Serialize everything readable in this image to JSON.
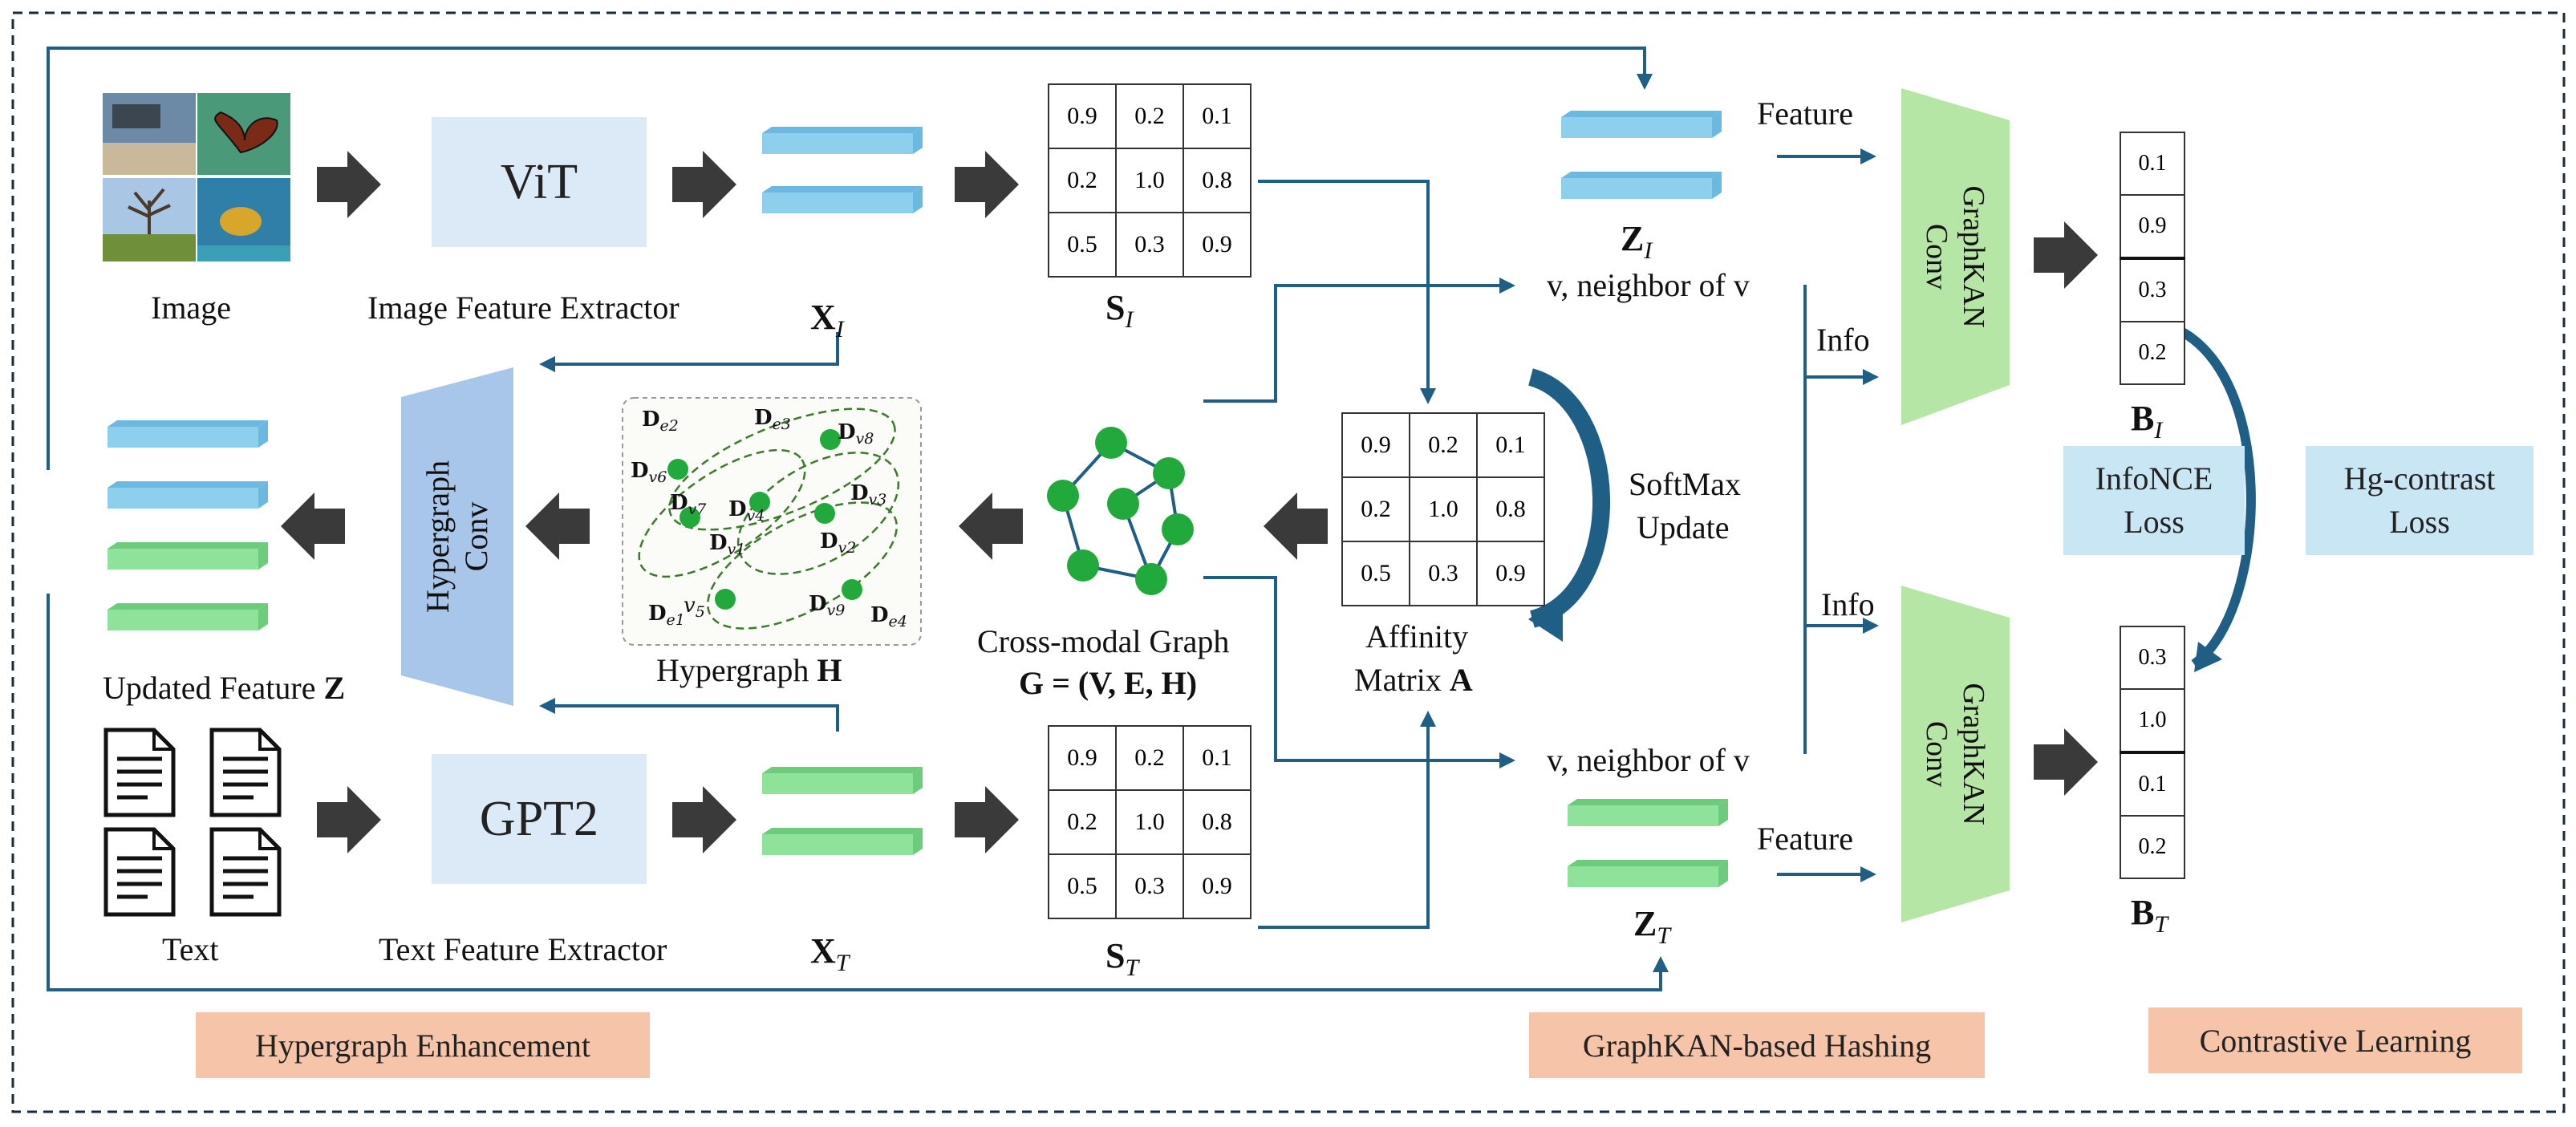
{
  "labels": {
    "image": "Image",
    "text": "Text",
    "image_extractor": "Image Feature Extractor",
    "text_extractor": "Text Feature Extractor",
    "vit": "ViT",
    "gpt2": "GPT2",
    "xi": "X",
    "xi_sub": "I",
    "xt": "X",
    "xt_sub": "T",
    "si": "S",
    "si_sub": "I",
    "st": "S",
    "st_sub": "T",
    "zi": "Z",
    "zi_sub": "I",
    "zt": "Z",
    "zt_sub": "T",
    "bi": "B",
    "bi_sub": "I",
    "bt": "B",
    "bt_sub": "T",
    "hypergraph_conv_1": "Hypergraph",
    "hypergraph_conv_2": "Conv",
    "hypergraph_h": "Hypergraph",
    "hypergraph_h_sym": "H",
    "updated_feature": "Updated Feature",
    "updated_feature_sym": "Z",
    "cross_modal_1": "Cross-modal Graph",
    "cross_modal_2": "G = (V, E, H)",
    "affinity_1": "Affinity",
    "affinity_2": "Matrix",
    "affinity_sym": "A",
    "softmax_1": "SoftMax",
    "softmax_2": "Update",
    "neighbor_top": "v, neighbor of v",
    "neighbor_bottom": "v, neighbor of v",
    "feature_top": "Feature",
    "feature_bottom": "Feature",
    "info_top": "Info",
    "info_bottom": "Info",
    "graphkan_1": "GraphKAN",
    "graphkan_2": "Conv",
    "infonce_1": "InfoNCE",
    "infonce_2": "Loss",
    "hgcontrast_1": "Hg-contrast",
    "hgcontrast_2": "Loss",
    "section_hypergraph": "Hypergraph Enhancement",
    "section_graphkan": "GraphKAN-based Hashing",
    "section_contrastive": "Contrastive Learning"
  },
  "matrix_values": [
    [
      "0.9",
      "0.2",
      "0.1"
    ],
    [
      "0.2",
      "1.0",
      "0.8"
    ],
    [
      "0.5",
      "0.3",
      "0.9"
    ]
  ],
  "hash_bi": [
    "0.1",
    "0.9",
    "0.3",
    "0.2"
  ],
  "hash_bt": [
    "0.3",
    "1.0",
    "0.1",
    "0.2"
  ],
  "hyperedge_labels": [
    {
      "b": "D",
      "s": "e2"
    },
    {
      "b": "D",
      "s": "e3"
    },
    {
      "b": "D",
      "s": "v8"
    },
    {
      "b": "D",
      "s": "v6"
    },
    {
      "b": "D",
      "s": "v7"
    },
    {
      "b": "D",
      "s": "v4"
    },
    {
      "b": "D",
      "s": "v3"
    },
    {
      "b": "D",
      "s": "v1"
    },
    {
      "b": "D",
      "s": "v2"
    },
    {
      "b": "v",
      "s": "5"
    },
    {
      "b": "D",
      "s": "e1"
    },
    {
      "b": "D",
      "s": "v9"
    },
    {
      "b": "D",
      "s": "e4"
    }
  ],
  "colors": {
    "arrow_dark": "#3a3a3a",
    "connector": "#1f5f85",
    "image_feature": "#8fcfee",
    "text_feature": "#8ee29a",
    "graph_node": "#22a93b",
    "graphkan": "#b6e6a6",
    "hyper_conv": "#a7c6ea",
    "section_tag": "#f6c4a8",
    "loss_box": "#c9e6f5"
  }
}
